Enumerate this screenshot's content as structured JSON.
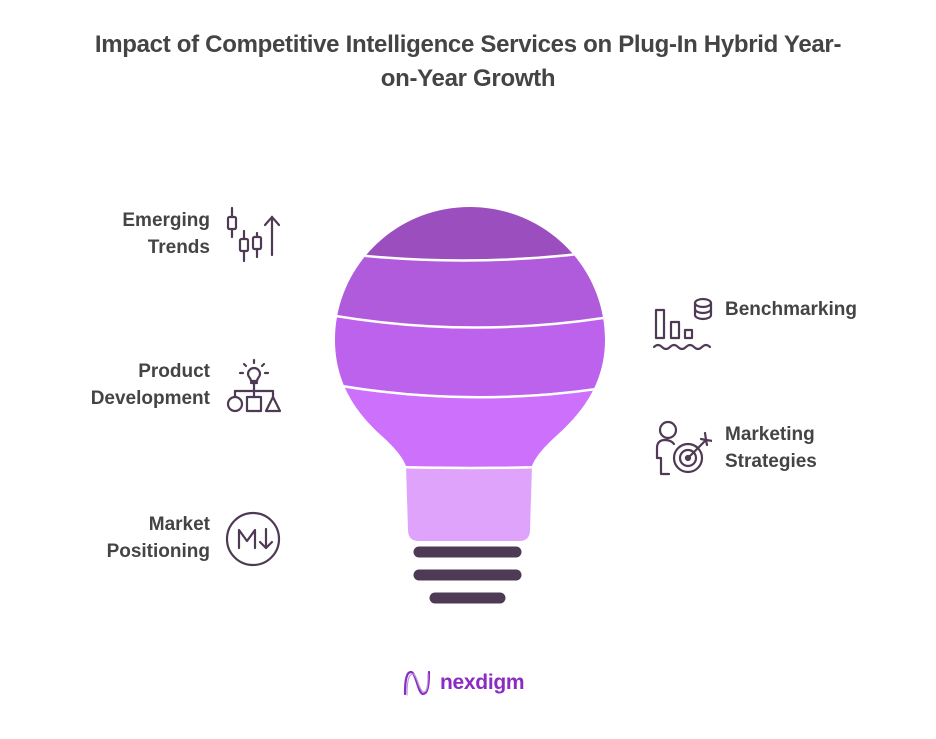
{
  "title": {
    "line1": "Impact of Competitive Intelligence Services on Plug-In Hybrid Year-",
    "line2": "on-Year Growth"
  },
  "bulb": {
    "segments": [
      {
        "name": "top",
        "color": "#9b4fbf"
      },
      {
        "name": "second",
        "color": "#b05bdb"
      },
      {
        "name": "third",
        "color": "#bd62ec"
      },
      {
        "name": "fourth",
        "color": "#cd70fb"
      },
      {
        "name": "neck",
        "color": "#e0a3fc"
      }
    ],
    "base_color": "#4e3a55"
  },
  "items": [
    {
      "side": "left",
      "line1": "Emerging",
      "line2": "Trends",
      "icon": "candlestick-chart-icon"
    },
    {
      "side": "left",
      "line1": "Product",
      "line2": "Development",
      "icon": "idea-structure-icon"
    },
    {
      "side": "left",
      "line1": "Market",
      "line2": "Positioning",
      "icon": "markdown-circle-icon"
    },
    {
      "side": "right",
      "line1": "Benchmarking",
      "line2": "",
      "icon": "bar-chart-database-icon"
    },
    {
      "side": "right",
      "line1": "Marketing",
      "line2": "Strategies",
      "icon": "person-target-icon"
    }
  ],
  "colors": {
    "text": "#444444",
    "icon": "#4e3a55",
    "brand": "#8a2bc4"
  },
  "logo": {
    "text": "nexdigm"
  }
}
